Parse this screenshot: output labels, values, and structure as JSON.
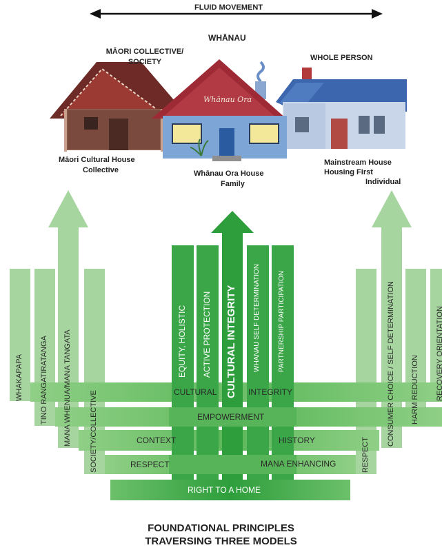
{
  "header": {
    "fluid_movement": "FLUID MOVEMENT",
    "whanau": "WHĀNAU",
    "maori_collective": "MĀORI COLLECTIVE/ SOCIETY",
    "whole_person": "WHOLE PERSON"
  },
  "houses": {
    "maori": {
      "line1": "Māori Cultural House",
      "line2": "Collective"
    },
    "whanau_ora": {
      "sign": "Whānau Ora",
      "line1": "Whānau Ora House",
      "line2": "Family"
    },
    "mainstream": {
      "line1": "Mainstream House",
      "line2": "Housing First",
      "line3": "Individual"
    }
  },
  "left_columns": [
    "WHAKAPAPA",
    "TINO RANGATIRATANGA",
    "MANA WHENUA/MANA TANGATA",
    "SOCIETY/COLLECTIVE"
  ],
  "center_columns": [
    "EQUITY, HOLISTIC",
    "ACTIVE PROTECTION",
    "CULTURAL INTEGRITY",
    "WHANAU SELF DETERMINATION",
    "PARTNERSHIP PARTICIPATION"
  ],
  "right_columns": [
    "RESPECT",
    "CONSUMER CHOICE / SELF DETERMINATION",
    "HARM REDUCTION",
    "RECOVERY ORIENTATION"
  ],
  "bands": {
    "cultural": "CULTURAL",
    "integrity": "INTEGRITY",
    "empowerment": "EMPOWERMENT",
    "context": "CONTEXT",
    "history": "HISTORY",
    "respect": "RESPECT",
    "mana_enhancing": "MANA ENHANCING",
    "right_to_home": "RIGHT TO A HOME"
  },
  "caption": {
    "line1": "FOUNDATIONAL PRINCIPLES",
    "line2": "TRAVERSING THREE MODELS"
  },
  "colors": {
    "light_green": "#a7d5a0",
    "mid_green": "#6cbf64",
    "dark_green": "#2e9e3c",
    "maori_red": "#8e2f2a",
    "whanau_red": "#9e2a35",
    "mainstream_blue": "#3c66ae"
  }
}
